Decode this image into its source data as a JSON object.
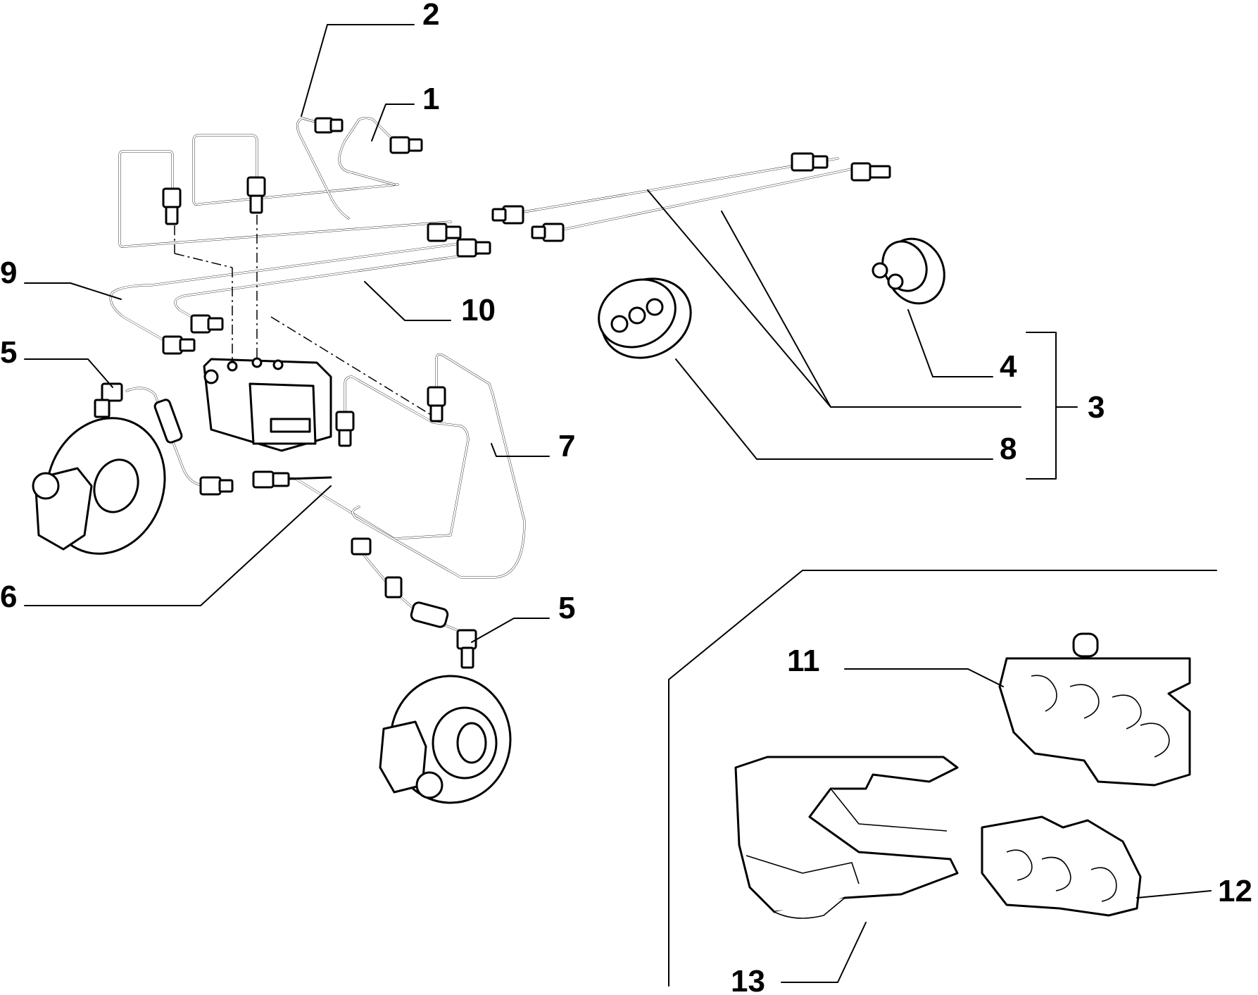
{
  "callouts": {
    "c1": "1",
    "c2": "2",
    "c3": "3",
    "c4": "4",
    "c5a": "5",
    "c5b": "5",
    "c6": "6",
    "c7": "7",
    "c8": "8",
    "c9": "9",
    "c10": "10",
    "c11": "11",
    "c12": "12",
    "c13": "13"
  }
}
